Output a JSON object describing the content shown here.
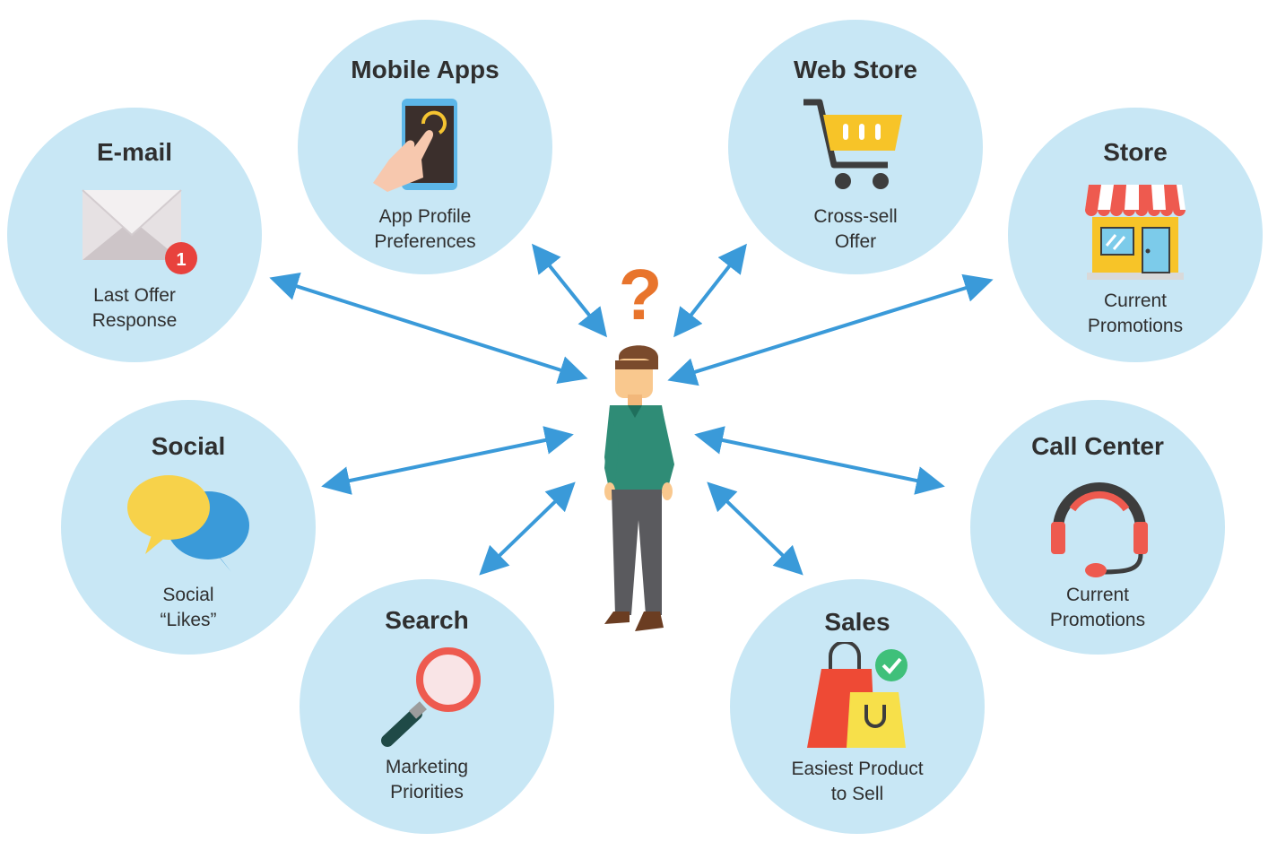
{
  "colors": {
    "circle": "#c8e7f5",
    "arrow": "#3a9ad9",
    "question": "#e8742c",
    "text": "#2f2f2f"
  },
  "nodes": {
    "email": {
      "title": "E-mail",
      "line1": "Last Offer",
      "line2": "Response",
      "icon": "envelope-icon",
      "badge": "1"
    },
    "mobile": {
      "title": "Mobile Apps",
      "line1": "App Profile",
      "line2": "Preferences",
      "icon": "phone-touch-icon"
    },
    "webstore": {
      "title": "Web Store",
      "line1": "Cross-sell",
      "line2": "Offer",
      "icon": "shopping-cart-icon"
    },
    "store": {
      "title": "Store",
      "line1": "Current",
      "line2": "Promotions",
      "icon": "storefront-icon"
    },
    "social": {
      "title": "Social",
      "line1": "Social",
      "line2": "“Likes”",
      "icon": "chat-bubbles-icon"
    },
    "callcenter": {
      "title": "Call Center",
      "line1": "Current",
      "line2": "Promotions",
      "icon": "headset-icon"
    },
    "search": {
      "title": "Search",
      "line1": "Marketing",
      "line2": "Priorities",
      "icon": "magnifier-icon"
    },
    "sales": {
      "title": "Sales",
      "line1": "Easiest Product",
      "line2": "to Sell",
      "icon": "shopping-bags-icon"
    }
  },
  "center": {
    "question_mark": "?",
    "icon": "customer-person-icon"
  }
}
